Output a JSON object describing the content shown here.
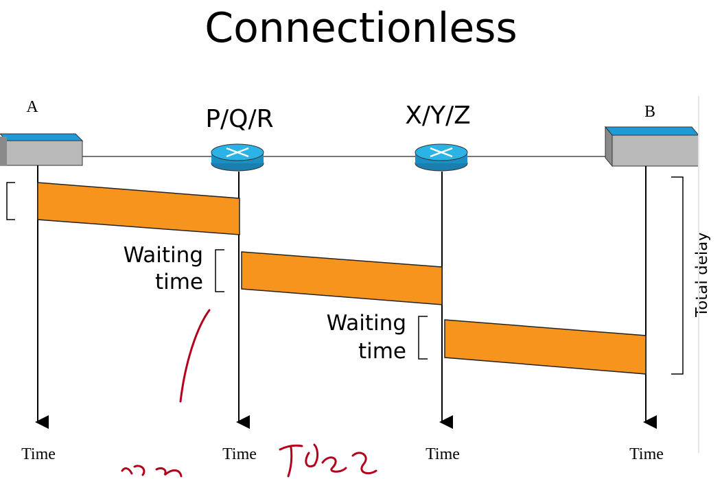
{
  "title": "Connectionless",
  "nodes": {
    "a": "A",
    "r1": "P/Q/R",
    "r2": "X/Y/Z",
    "b": "B"
  },
  "labels": {
    "waiting_time_1_line1": "Waiting",
    "waiting_time_1_line2": "time",
    "waiting_time_2_line1": "Waiting",
    "waiting_time_2_line2": "time",
    "total_delay": "Total delay",
    "time_a": "Time",
    "time_r1": "Time",
    "time_r2": "Time",
    "time_b": "Time"
  },
  "colors": {
    "packet": "#F7941D",
    "device_top": "#1E9BD7",
    "device_body": "#B9B9B9",
    "router": "#2BB3E6",
    "annotation": "#B3001B"
  }
}
